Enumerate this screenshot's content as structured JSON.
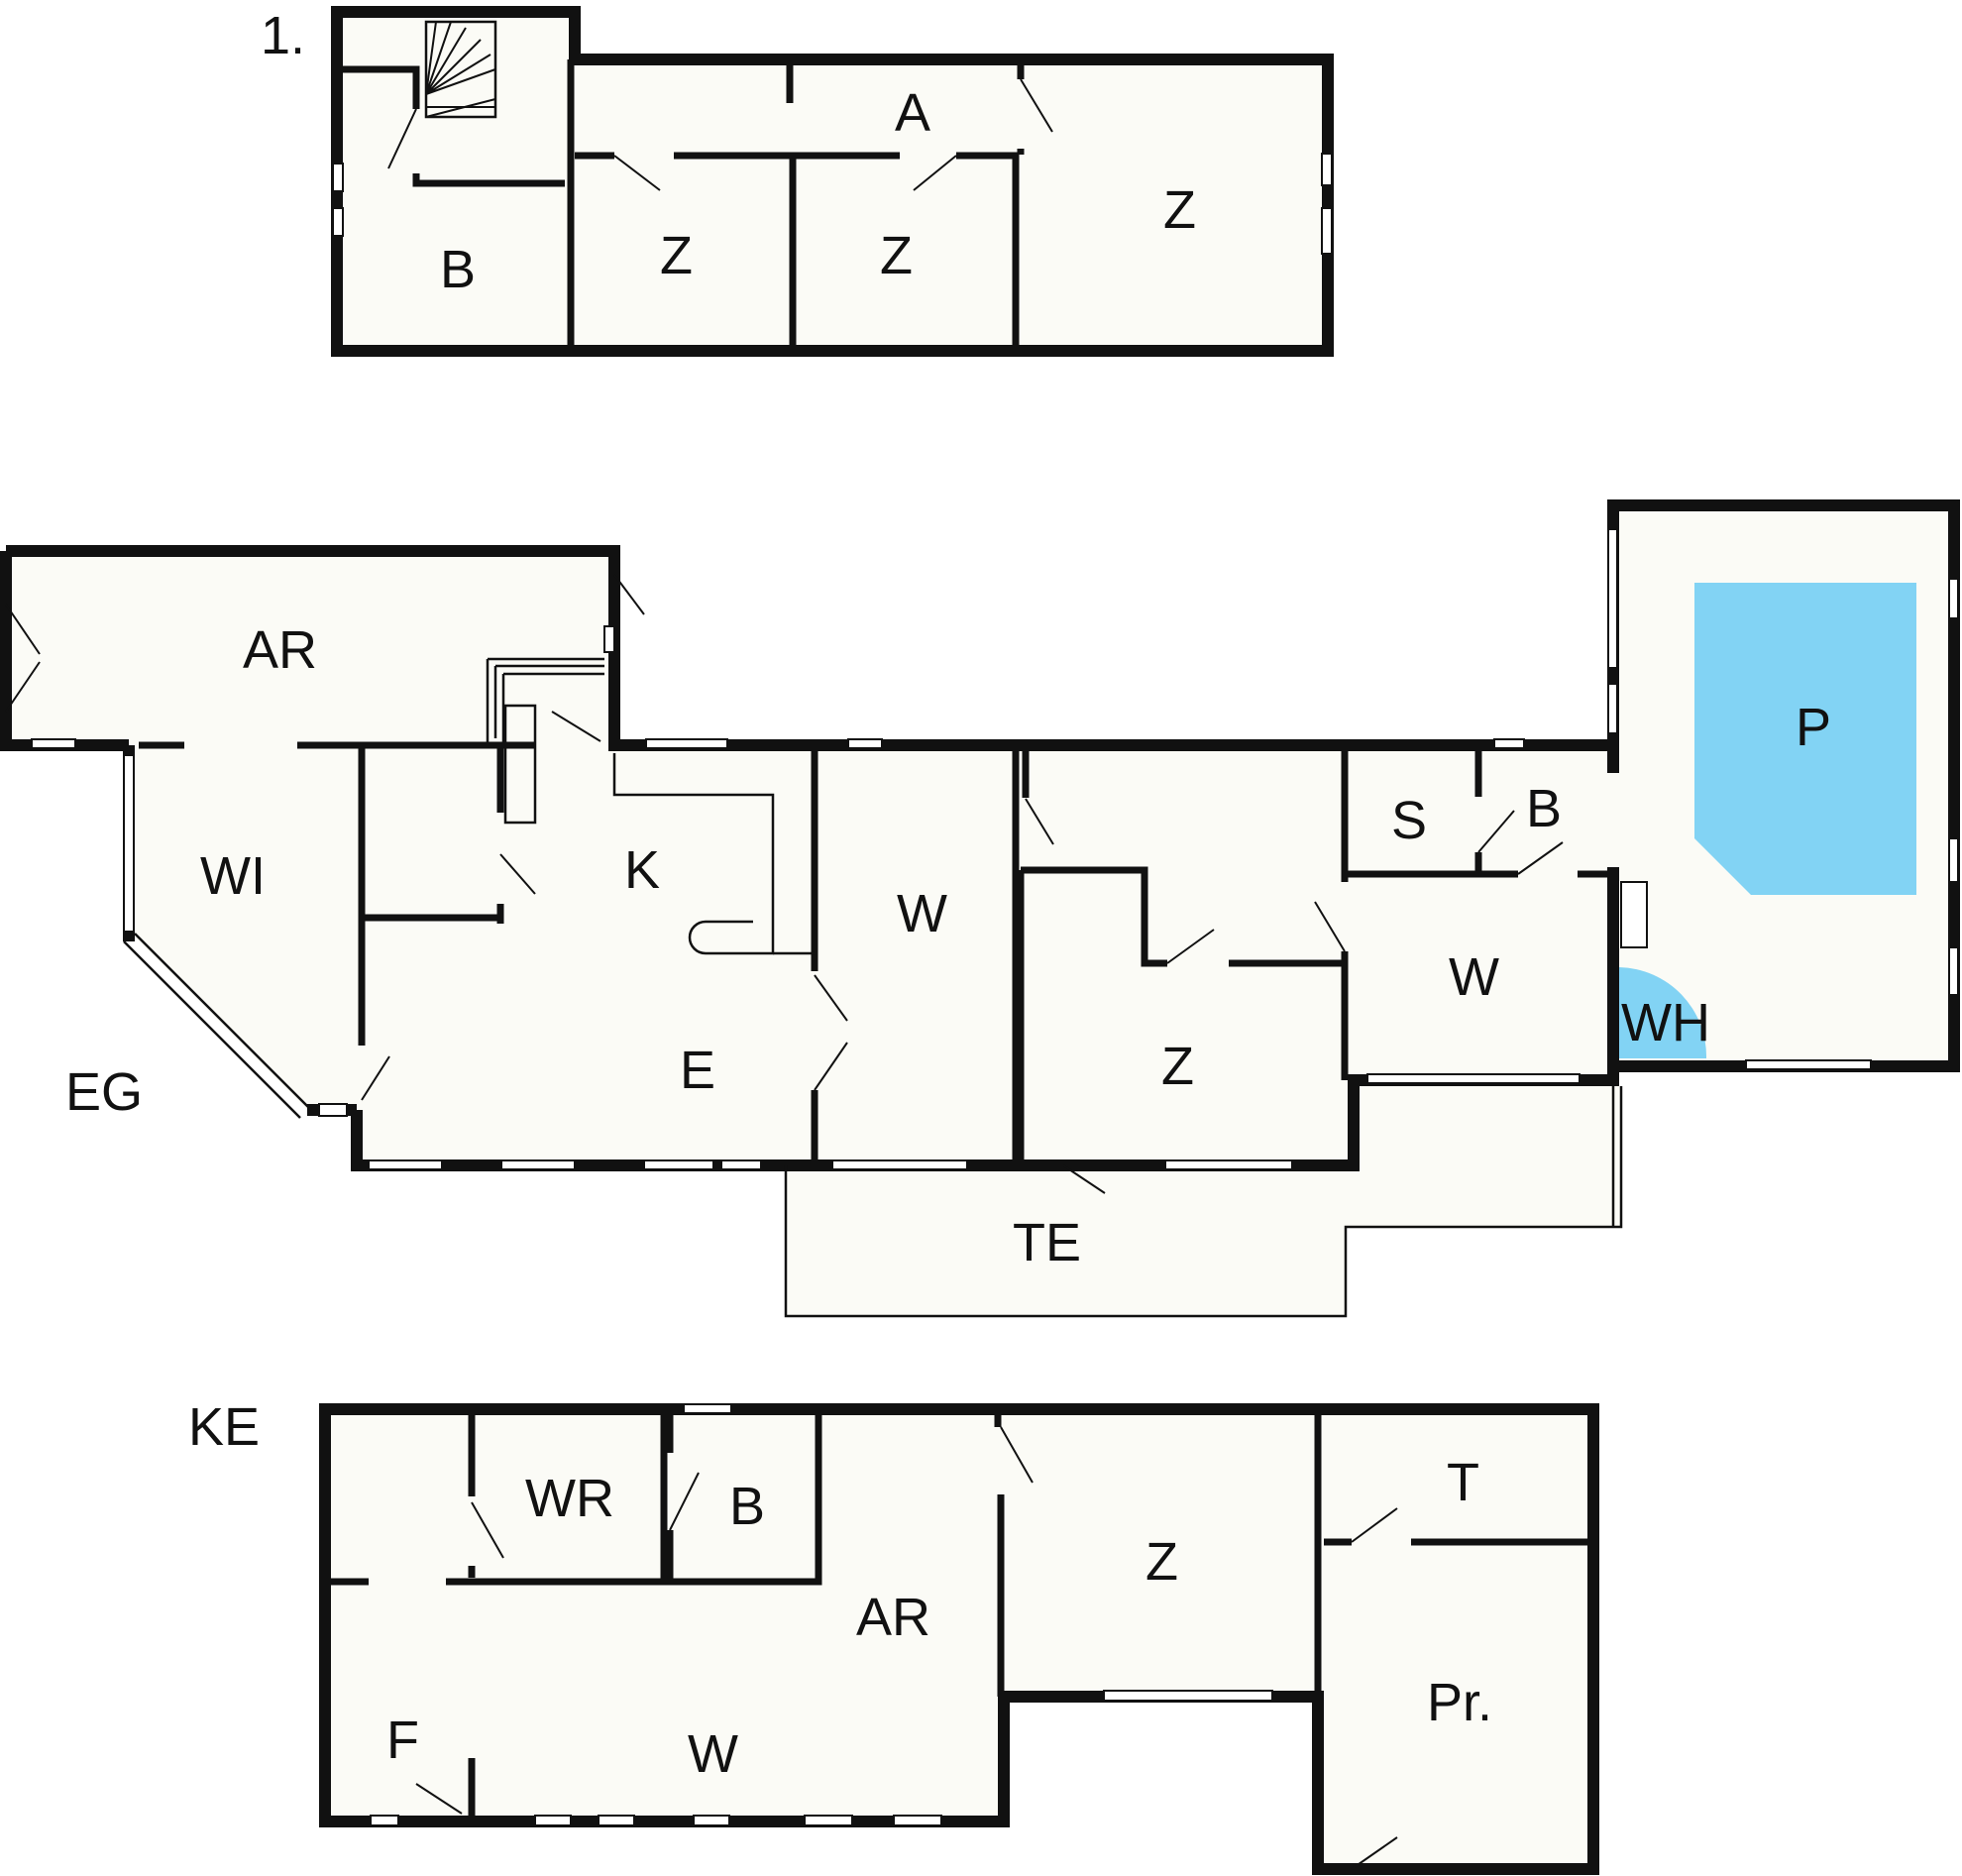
{
  "floors": {
    "upper": {
      "name": "1.",
      "rooms": {
        "a": "A",
        "b": "B",
        "z1": "Z",
        "z2": "Z",
        "z3": "Z"
      }
    },
    "ground": {
      "name": "EG",
      "rooms": {
        "ar": "AR",
        "wi": "WI",
        "k": "K",
        "e": "E",
        "w1": "W",
        "z": "Z",
        "s": "S",
        "b": "B",
        "w2": "W",
        "wh": "WH",
        "p": "P",
        "te": "TE"
      }
    },
    "basement": {
      "name": "KE",
      "rooms": {
        "wr": "WR",
        "b": "B",
        "ar": "AR",
        "z": "Z",
        "t": "T",
        "pr": "Pr.",
        "f": "F",
        "w": "W"
      }
    }
  },
  "colors": {
    "wall": "#111111",
    "floor": "#fbfbf6",
    "pool": "#82d3f4"
  }
}
